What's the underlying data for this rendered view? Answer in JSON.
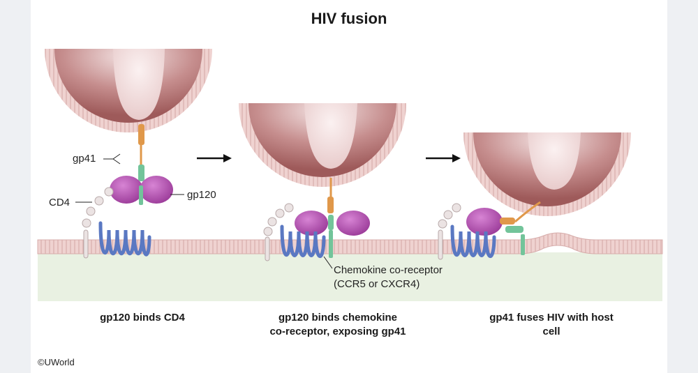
{
  "title": "HIV fusion",
  "labels": {
    "gp41": "gp41",
    "gp120": "gp120",
    "cd4": "CD4",
    "coreceptor_line1": "Chemokine co-receptor",
    "coreceptor_line2": "(CCR5 or CXCR4)"
  },
  "captions": [
    {
      "line1": "gp120 binds CD4",
      "line2": ""
    },
    {
      "line1": "gp120 binds chemokine",
      "line2": "co-receptor, exposing gp41"
    },
    {
      "line1": "gp41 fuses HIV with host",
      "line2": "cell"
    }
  ],
  "copyright": "©UWorld",
  "colors": {
    "membrane": "#ecc9c7",
    "membrane_dark": "#c98f8c",
    "cytoplasm": "#e9f1e2",
    "virus_interior": "#c99a9a",
    "gp120": "#b04fb0",
    "gp41_upper": "#e0984a",
    "gp41_lower": "#72c49a",
    "coreceptor": "#5a78c2",
    "cd4": "#ebe3e3"
  }
}
